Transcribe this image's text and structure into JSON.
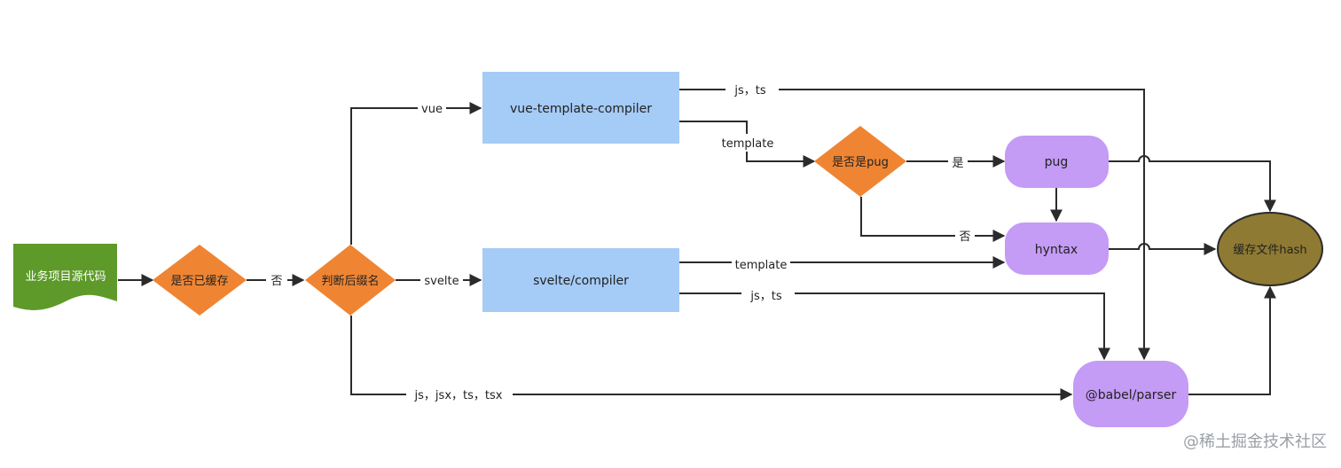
{
  "nodes": {
    "source": "业务项目源代码",
    "is_cached": "是否已缓存",
    "check_suffix": "判断后缀名",
    "vue_compiler": "vue-template-compiler",
    "svelte_compiler": "svelte/compiler",
    "is_pug": "是否是pug",
    "pug": "pug",
    "hyntax": "hyntax",
    "babel_parser": "@babel/parser",
    "cache_hash": "缓存文件hash"
  },
  "edges": {
    "no_1": "否",
    "vue": "vue",
    "svelte": "svelte",
    "js_jsx_ts_tsx": "js，jsx，ts，tsx",
    "vue_js_ts": "js，ts",
    "vue_template": "template",
    "yes": "是",
    "no_2": "否",
    "svelte_template": "template",
    "svelte_js_ts": "js，ts"
  },
  "watermark": "@稀土掘金技术社区",
  "colors": {
    "source_green": "#5e9a2a",
    "decision_orange": "#ef8533",
    "compiler_blue": "#a5cbf7",
    "parser_purple": "#c49bf5",
    "hash_olive": "#8e7a32"
  }
}
